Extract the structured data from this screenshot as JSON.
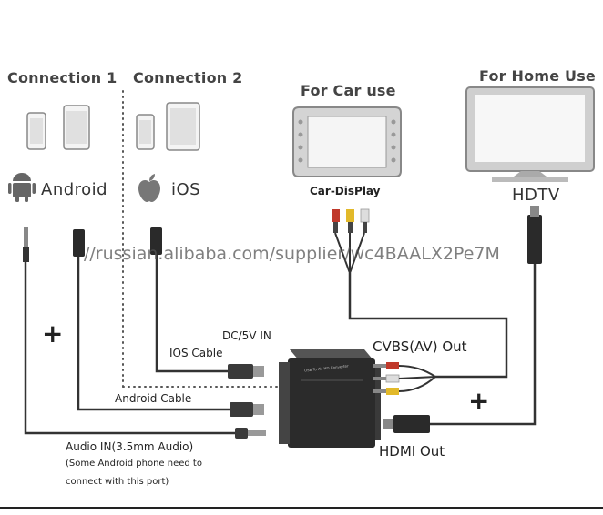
{
  "watermark": "//russian.alibaba.com/supplier/wc4BAALX2Pe7M",
  "sections": {
    "connection1": "Connection 1",
    "connection2": "Connection 2",
    "car": "For Car use",
    "home": "For Home Use"
  },
  "os_labels": {
    "android": "Android",
    "ios": "iOS"
  },
  "displays": {
    "car_display": "Car-DisPlay",
    "hdtv": "HDTV"
  },
  "ports": {
    "dc_in": "DC/5V IN",
    "ios_cable": "IOS Cable",
    "android_cable": "Android Cable",
    "audio_in": "Audio IN(3.5mm Audio)",
    "audio_note_1": "(Some Android phone need to",
    "audio_note_2": "connect with this port)",
    "cvbs_out": "CVBS(AV) Out",
    "hdmi_out": "HDMI Out"
  },
  "plus_sign": "+",
  "device_label": "USB To AV HD Converter",
  "colors": {
    "cable": "#333333",
    "device": "#2b2b2b",
    "rca_red": "#c0392b",
    "rca_yellow": "#e2b92a",
    "rca_white": "#e6e6e6",
    "screen": "#c9c9c9"
  }
}
